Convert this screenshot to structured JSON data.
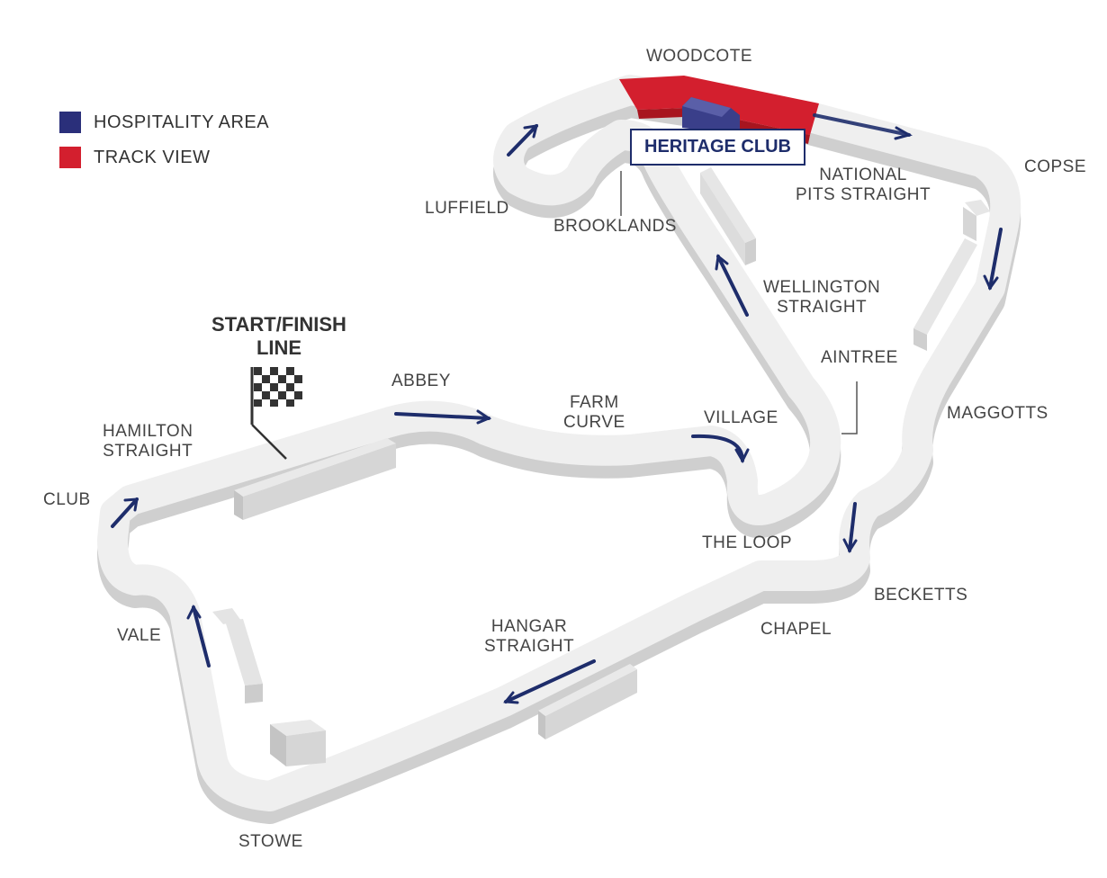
{
  "legend": [
    {
      "label": "HOSPITALITY AREA",
      "color": "#2a2f7a"
    },
    {
      "label": "TRACK VIEW",
      "color": "#d31f2e"
    }
  ],
  "start_finish": {
    "line1": "START/FINISH",
    "line2": "LINE"
  },
  "heritage_club": "HERITAGE CLUB",
  "corners": {
    "woodcote": "WOODCOTE",
    "copse": "COPSE",
    "national_pits": [
      "NATIONAL",
      "PITS STRAIGHT"
    ],
    "luffield": "LUFFIELD",
    "brooklands": "BROOKLANDS",
    "wellington": [
      "WELLINGTON",
      "STRAIGHT"
    ],
    "aintree": "AINTREE",
    "maggotts": "MAGGOTTS",
    "abbey": "ABBEY",
    "farm_curve": [
      "FARM",
      "CURVE"
    ],
    "village": "VILLAGE",
    "the_loop": "THE LOOP",
    "hamilton": [
      "HAMILTON",
      "STRAIGHT"
    ],
    "club": "CLUB",
    "vale": "VALE",
    "becketts": "BECKETTS",
    "chapel": "CHAPEL",
    "hangar": [
      "HANGAR",
      "STRAIGHT"
    ],
    "stowe": "STOWE"
  },
  "colors": {
    "track_top": "#efefef",
    "track_side": "#cfcfcf",
    "arrow": "#1e2d6b",
    "hospitality": "#2a2f7a",
    "track_view": "#d31f2e"
  }
}
